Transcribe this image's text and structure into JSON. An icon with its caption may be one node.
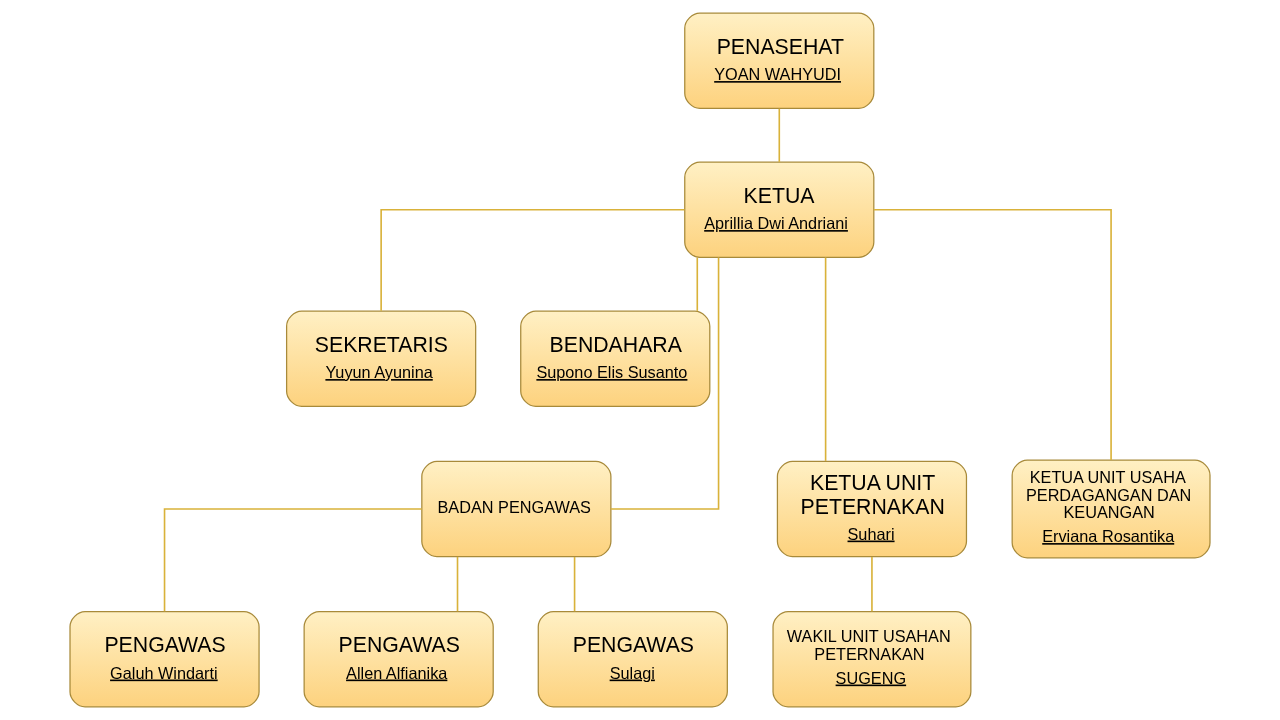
{
  "diagram": {
    "nodes": [
      {
        "text": [
          "PENASEHAT",
          "YOAN WAHYUDI"
        ]
      },
      {
        "text": [
          "KETUA",
          "Aprillia Dwi Andriani"
        ]
      },
      {
        "text": [
          "SEKRETARIS",
          "Yuyun Ayunina"
        ]
      },
      {
        "text": [
          "BENDAHARA",
          "Supono Elis Susanto"
        ]
      },
      {
        "text": [
          "BADAN PENGAWAS"
        ]
      },
      {
        "text": [
          "KETUA UNIT PETERNAKAN",
          "Suhari"
        ]
      },
      {
        "text": [
          "KETUA UNIT USAHA PERDAGANGAN DAN KEUANGAN",
          "Erviana Rosantika"
        ]
      },
      {
        "text": [
          "PENGAWAS",
          "Galuh Windarti"
        ]
      },
      {
        "text": [
          "PENGAWAS",
          "Allen Alfianika"
        ]
      },
      {
        "text": [
          "PENGAWAS",
          "Sulagi"
        ]
      },
      {
        "text": [
          "WAKIL UNIT USAHAN PETERNAKAN",
          "SUGENG"
        ]
      }
    ],
    "edges": [
      {
        "from": 0,
        "to": 1,
        "arrow": "none"
      },
      {
        "from": 1,
        "to": 2,
        "arrow": "none"
      },
      {
        "from": 1,
        "to": 3,
        "arrow": "none"
      },
      {
        "from": 1,
        "to": 4,
        "arrow": "none"
      },
      {
        "from": 1,
        "to": 5,
        "arrow": "none"
      },
      {
        "from": 1,
        "to": 6,
        "arrow": "none"
      },
      {
        "from": 4,
        "to": 7,
        "arrow": "none"
      },
      {
        "from": 4,
        "to": 8,
        "arrow": "none"
      },
      {
        "from": 4,
        "to": 9,
        "arrow": "none"
      },
      {
        "from": 5,
        "to": 10,
        "arrow": "none"
      }
    ]
  }
}
